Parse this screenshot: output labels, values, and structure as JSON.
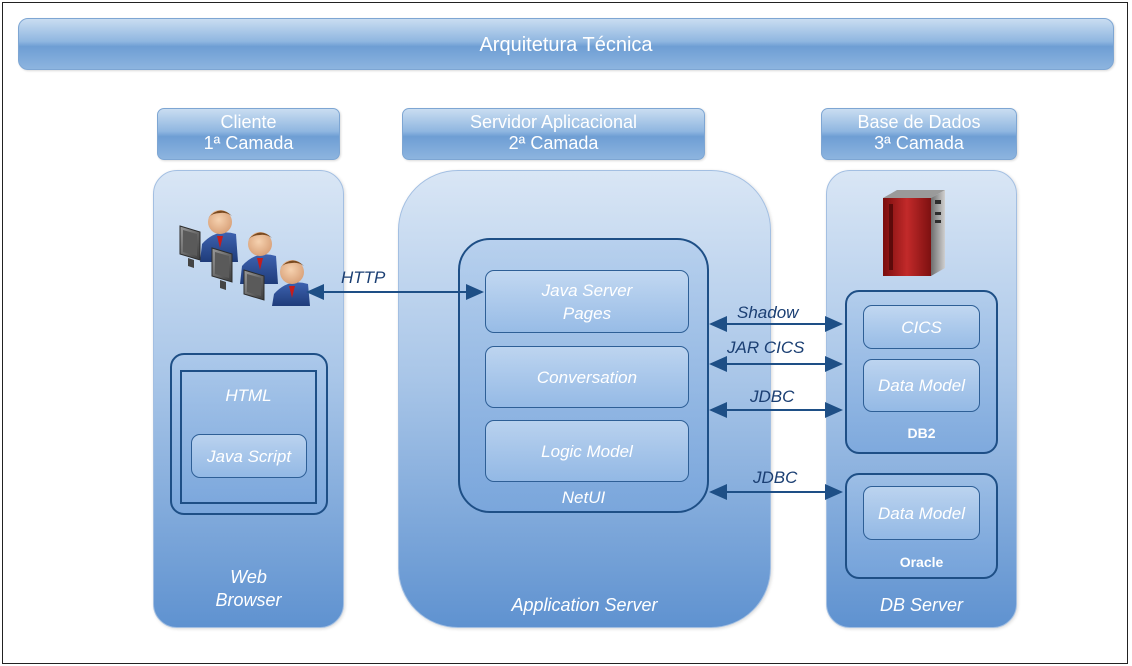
{
  "title": "Arquitetura Técnica",
  "tiers": {
    "client": {
      "line1": "Cliente",
      "line2": "1ª Camada",
      "footer_line1": "Web",
      "footer_line2": "Browser"
    },
    "app": {
      "line1": "Servidor Aplicacional",
      "line2": "2ª Camada",
      "footer": "Application Server"
    },
    "db": {
      "line1": "Base de Dados",
      "line2": "3ª Camada",
      "footer": "DB Server"
    }
  },
  "client_panel": {
    "html": "HTML",
    "javascript": "Java Script"
  },
  "netui": {
    "label": "NetUI",
    "boxes": {
      "jsp_line1": "Java Server",
      "jsp_line2": "Pages",
      "conversation": "Conversation",
      "logic": "Logic Model"
    }
  },
  "db2": {
    "label": "DB2",
    "cics": "CICS",
    "data_model": "Data Model"
  },
  "oracle": {
    "label": "Oracle",
    "data_model": "Data Model"
  },
  "connections": {
    "http": "HTTP",
    "shadow": "Shadow",
    "jar_cics": "JAR CICS",
    "jdbc1": "JDBC",
    "jdbc2": "JDBC"
  },
  "icons": {
    "users": "users-group-icon",
    "server": "server-cabinet-icon"
  },
  "colors": {
    "arrow": "#1e4f86",
    "panel_border": "#1e4f86",
    "label_dark": "#1b3f73"
  }
}
